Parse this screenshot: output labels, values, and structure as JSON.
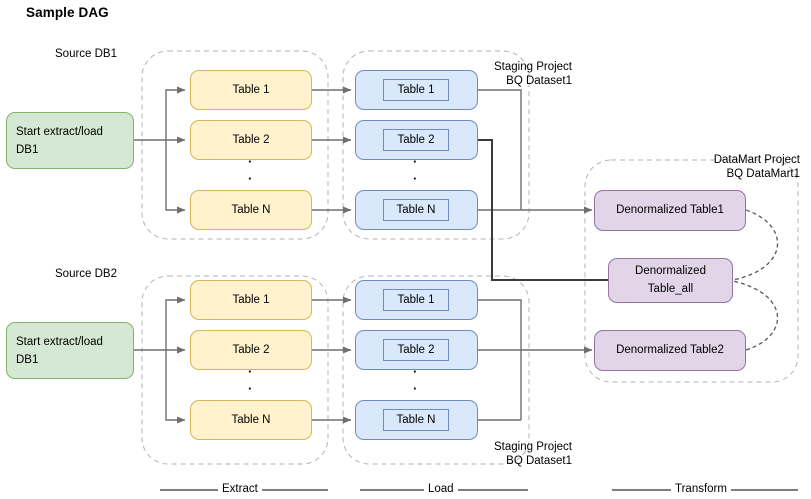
{
  "title": "Sample DAG",
  "colors": {
    "green_fill": "#d5e8d4",
    "green_stroke": "#82b366",
    "yellow_fill": "#fff2cc",
    "yellow_stroke": "#d6b656",
    "blue_fill": "#dae8fc",
    "blue_stroke": "#6c8ebf",
    "purple_fill": "#e1d5e7",
    "purple_stroke": "#9673a6",
    "edge": "#6f6f6f",
    "edge_dark": "#3b3b3b",
    "container_dash": "#b3b3b3"
  },
  "group_labels": {
    "source_db1": "Source DB1",
    "source_db2": "Source DB2",
    "staging_top_line1": "Staging Project",
    "staging_top_line2": "BQ Dataset1",
    "staging_bottom_line1": "Staging Project",
    "staging_bottom_line2": "BQ Dataset1",
    "datamart_line1": "DataMart Project",
    "datamart_line2": "BQ DataMart1"
  },
  "start_nodes": [
    {
      "id": "start-db1",
      "line1": "Start extract/load",
      "line2": "DB1"
    },
    {
      "id": "start-db2",
      "line1": "Start extract/load",
      "line2": "DB1"
    }
  ],
  "extract_group_top": {
    "tables": [
      {
        "label": "Table 1"
      },
      {
        "label": "Table 2"
      },
      {
        "label": "Table N"
      }
    ],
    "ellipsis": "·"
  },
  "extract_group_bottom": {
    "tables": [
      {
        "label": "Table 1"
      },
      {
        "label": "Table 2"
      },
      {
        "label": "Table N"
      }
    ],
    "ellipsis": "·"
  },
  "load_group_top": {
    "tables": [
      {
        "label": "Table 1"
      },
      {
        "label": "Table 2"
      },
      {
        "label": "Table N"
      }
    ],
    "ellipsis": "·"
  },
  "load_group_bottom": {
    "tables": [
      {
        "label": "Table 1"
      },
      {
        "label": "Table 2"
      },
      {
        "label": "Table N"
      }
    ],
    "ellipsis": "·"
  },
  "transform_group": {
    "nodes": [
      {
        "id": "denorm-table1",
        "label": "Denormalized Table1"
      },
      {
        "id": "denorm-table-all",
        "line1": "Denormalized",
        "line2": "Table_all"
      },
      {
        "id": "denorm-table2",
        "label": "Denormalized Table2"
      }
    ]
  },
  "phases": [
    {
      "id": "extract",
      "label": "Extract"
    },
    {
      "id": "load",
      "label": "Load"
    },
    {
      "id": "transform",
      "label": "Transform"
    }
  ]
}
